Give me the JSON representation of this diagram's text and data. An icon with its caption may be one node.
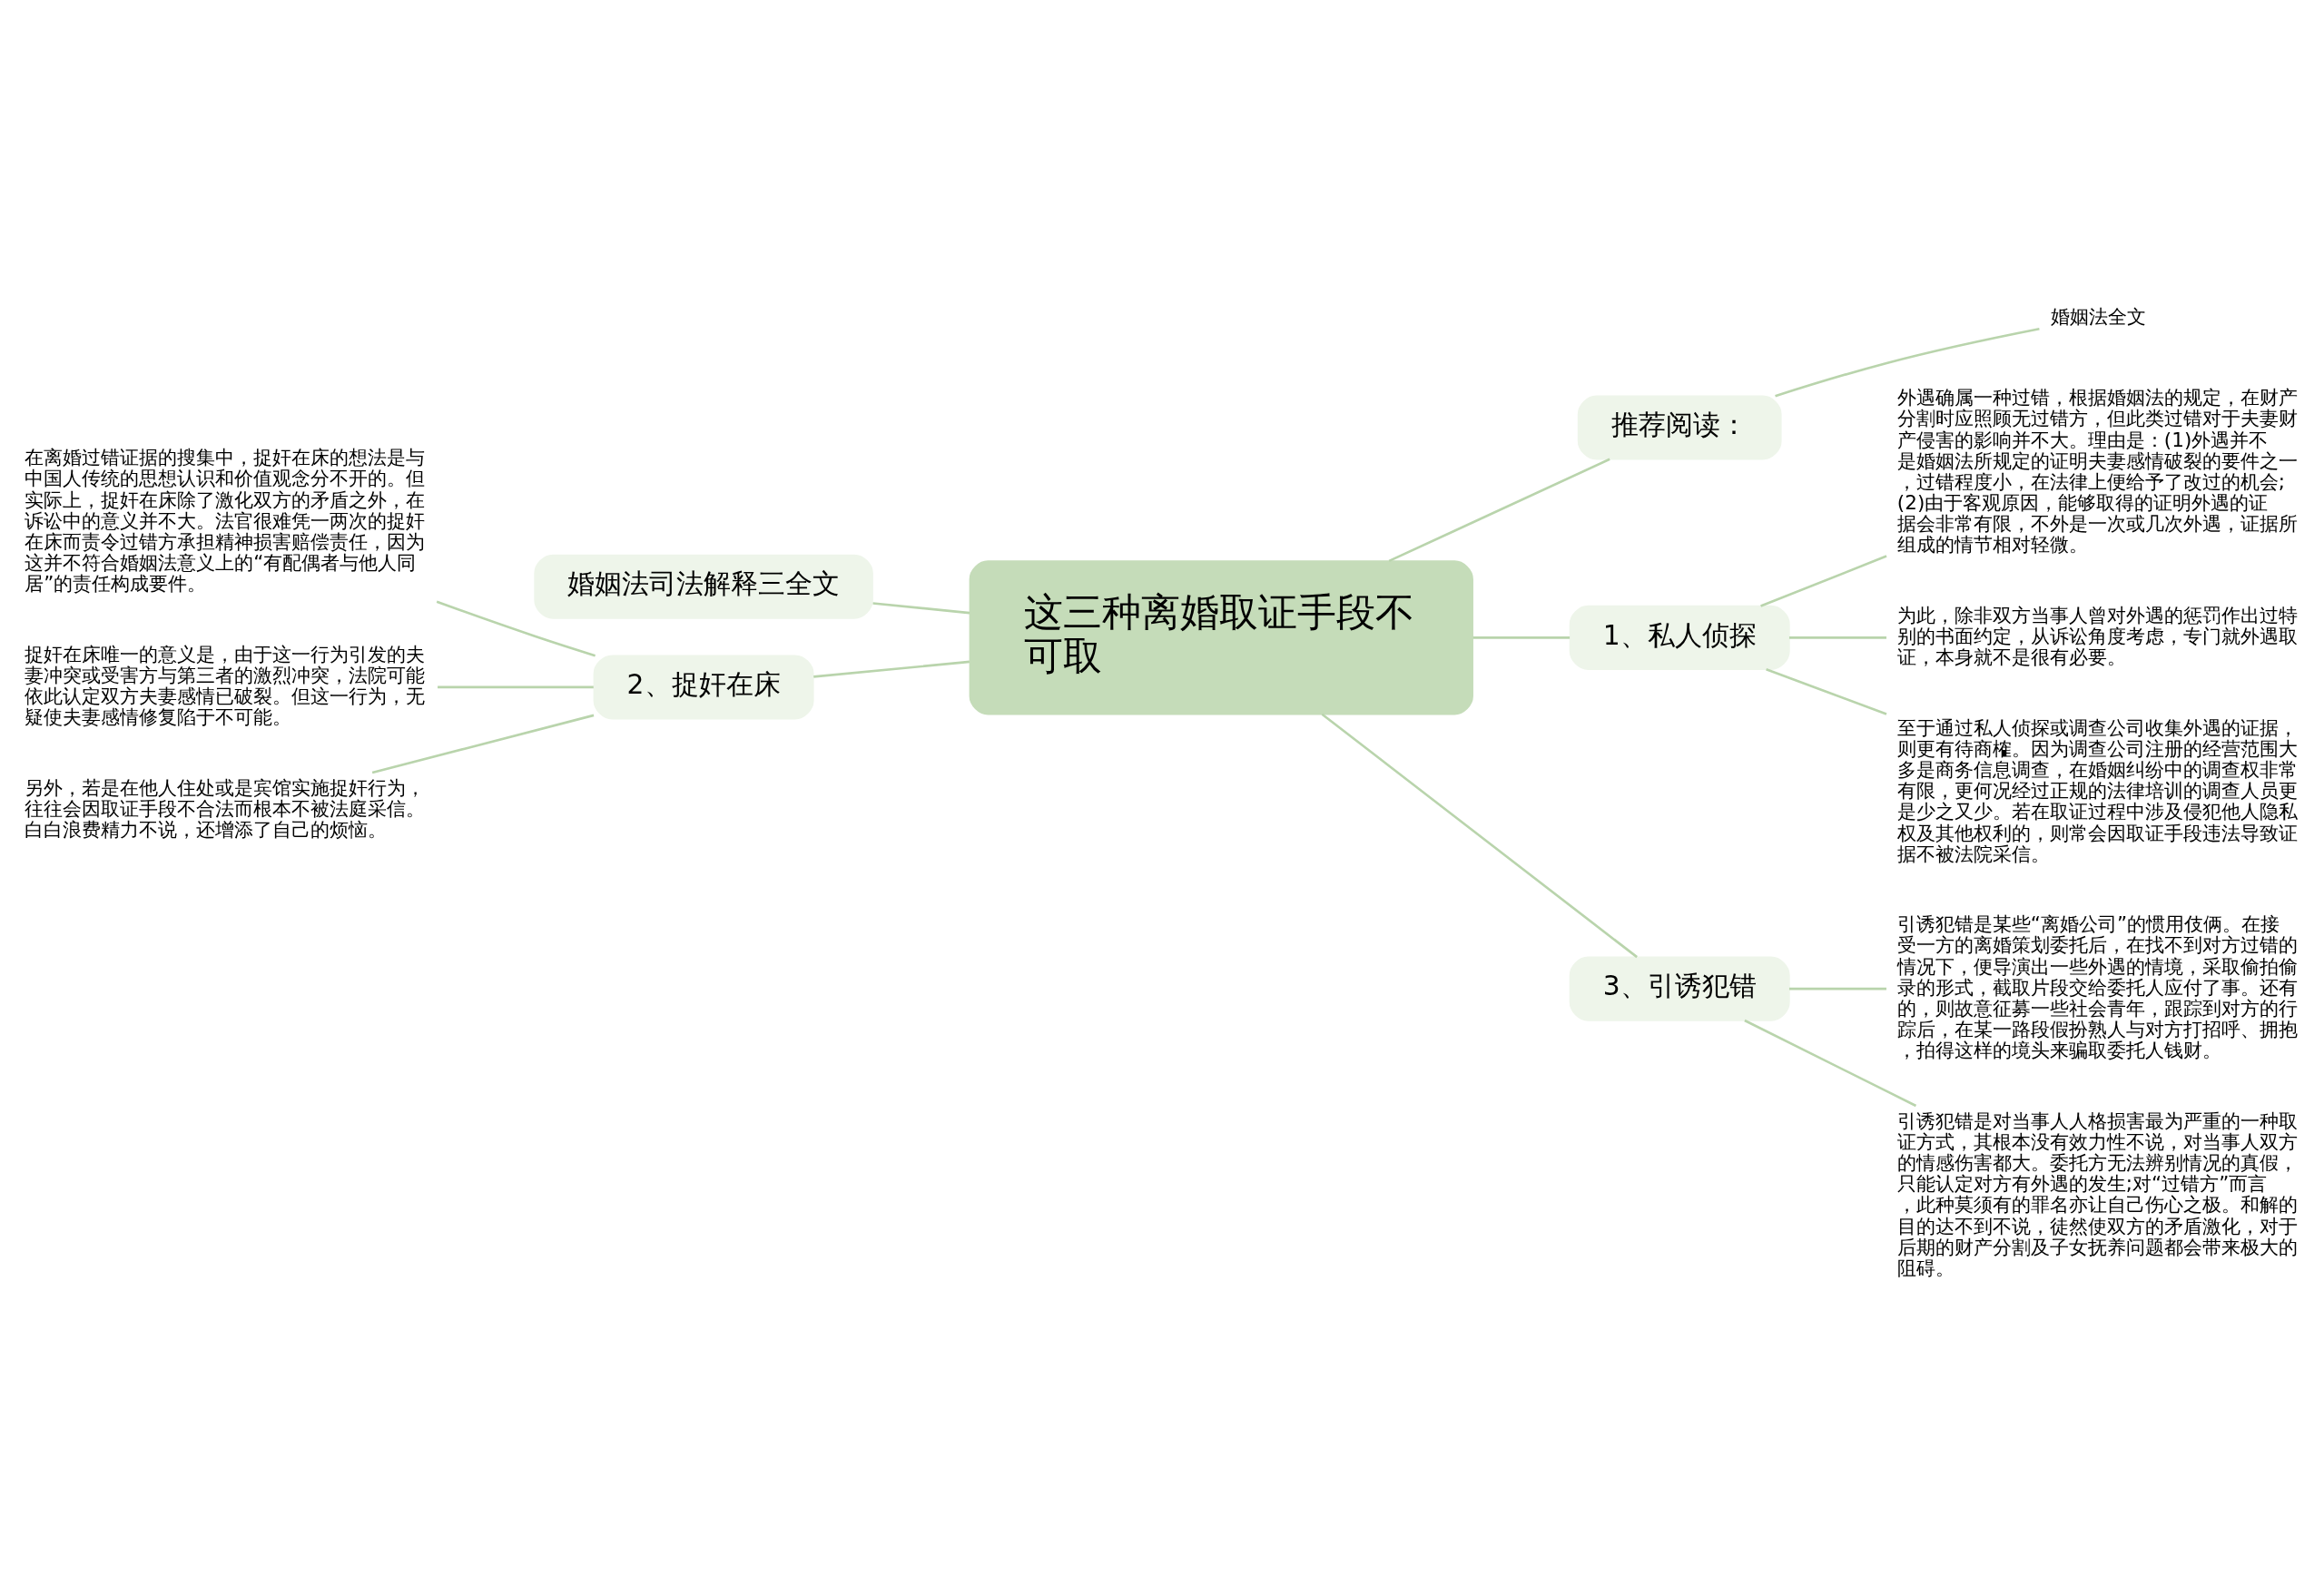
{
  "diagram": {
    "nodes": [
      {
        "text": [
          "这三种离婚取证手段不可取"
        ]
      },
      {
        "text": [
          "推荐阅读："
        ]
      },
      {
        "text": [
          "婚姻法全文"
        ]
      },
      {
        "text": [
          "1、私人侦探"
        ]
      },
      {
        "text": [
          "外遇确属一种过错，根据婚姻法的规定，在财产分割时应照顾无过错方，但此类过错对于夫妻财产侵害的影响并不大。理由是：(1)外遇并不是婚姻法所规定的证明夫妻感情破裂的要件之一，过错程度小，在法律上便给予了改过的机会;(2)由于客观原因，能够取得的证明外遇的证据会非常有限，不外是一次或几次外遇，证据所组成的情节相对轻微。"
        ]
      },
      {
        "text": [
          "为此，除非双方当事人曾对外遇的惩罚作出过特别的书面约定，从诉讼角度考虑，专门就外遇取证，本身就不是很有必要。"
        ]
      },
      {
        "text": [
          "至于通过私人侦探或调查公司收集外遇的证据，则更有待商榷。因为调查公司注册的经营范围大多是商务信息调查，在婚姻纠纷中的调查权非常有限，更何况经过正规的法律培训的调查人员更是少之又少。若在取证过程中涉及侵犯他人隐私权及其他权利的，则常会因取证手段违法导致证据不被法院采信。"
        ]
      },
      {
        "text": [
          "3、引诱犯错"
        ]
      },
      {
        "text": [
          "引诱犯错是某些“离婚公司”的惯用伎俩。在接受一方的离婚策划委托后，在找不到对方过错的情况下，便导演出一些外遇的情境，采取偷拍偷录的形式，截取片段交给委托人应付了事。还有的，则故意征募一些社会青年，跟踪到对方的行踪后，在某一路段假扮熟人与对方打招呼、拥抱，拍得这样的境头来骗取委托人钱财。"
        ]
      },
      {
        "text": [
          "引诱犯错是对当事人人格损害最为严重的一种取证方式，其根本没有效力性不说，对当事人双方的情感伤害都大。委托方无法辨别情况的真假，只能认定对方有外遇的发生;对“过错方”而言，此种莫须有的罪名亦让自己伤心之极。和解的目的达不到不说，徒然使双方的矛盾激化，对于后期的财产分割及子女抚养问题都会带来极大的阻碍。"
        ]
      },
      {
        "text": [
          "婚姻法司法解释三全文"
        ]
      },
      {
        "text": [
          "2、捉奸在床"
        ]
      },
      {
        "text": [
          "在离婚过错证据的搜集中，捉奸在床的想法是与中国人传统的思想认识和价值观念分不开的。但实际上，捉奸在床除了激化双方的矛盾之外，在诉讼中的意义并不大。法官很难凭一两次的捉奸在床而责令过错方承担精神损害赔偿责任，因为这并不符合婚姻法意义上的“有配偶者与他人同居”的责任构成要件。"
        ]
      },
      {
        "text": [
          "捉奸在床唯一的意义是，由于这一行为引发的夫妻冲突或受害方与第三者的激烈冲突，法院可能依此认定双方夫妻感情已破裂。但这一行为，无疑使夫妻感情修复陷于不可能。"
        ]
      },
      {
        "text": [
          "另外，若是在他人住处或是宾馆实施捉奸行为，往往会因取证手段不合法而根本不被法庭采信。白白浪费精力不说，还增添了自己的烦恼。"
        ]
      }
    ],
    "edges": [
      {
        "from": 0,
        "to": 1,
        "arrow": "none"
      },
      {
        "from": 1,
        "to": 2,
        "arrow": "none"
      },
      {
        "from": 0,
        "to": 3,
        "arrow": "none"
      },
      {
        "from": 3,
        "to": 4,
        "arrow": "none"
      },
      {
        "from": 3,
        "to": 5,
        "arrow": "none"
      },
      {
        "from": 3,
        "to": 6,
        "arrow": "none"
      },
      {
        "from": 0,
        "to": 7,
        "arrow": "none"
      },
      {
        "from": 7,
        "to": 8,
        "arrow": "none"
      },
      {
        "from": 7,
        "to": 9,
        "arrow": "none"
      },
      {
        "from": 0,
        "to": 10,
        "arrow": "none"
      },
      {
        "from": 0,
        "to": 11,
        "arrow": "none"
      },
      {
        "from": 11,
        "to": 12,
        "arrow": "none"
      },
      {
        "from": 11,
        "to": 13,
        "arrow": "none"
      },
      {
        "from": 11,
        "to": 14,
        "arrow": "none"
      }
    ]
  }
}
